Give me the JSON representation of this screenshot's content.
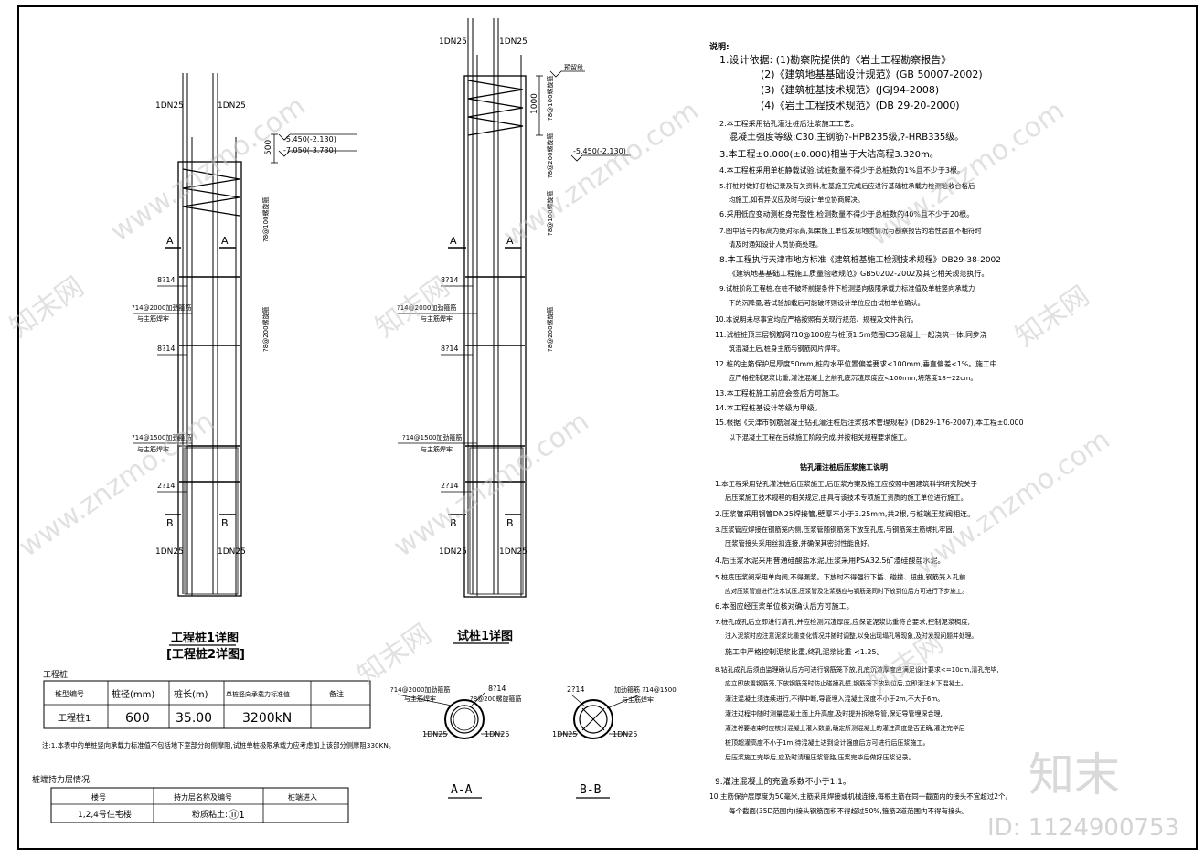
{
  "pile1": {
    "pipe_left": "1DN25",
    "pipe_right": "1DN25",
    "dim_500": "500",
    "elev1": "-5.450(-2.130)",
    "elev2": "-7.050(-3.730)",
    "stirrup_top": "?8@100螺旋箍",
    "stirrup_mid": "?8@200螺旋箍",
    "sec_a": "A",
    "sec_b": "B",
    "bar_814a": "8?14",
    "bar_814b": "8?14",
    "ring1_a": "?14@2000加劲箍筋",
    "ring1_b": "与主筋焊牢",
    "ring2_a": "?14@1500加劲箍筋",
    "ring2_b": "与主筋焊牢",
    "bar_214": "2?14",
    "title1": "工程桩1详图",
    "title2": "[工程桩2详图]"
  },
  "pile2": {
    "pipe_left": "1DN25",
    "pipe_right": "1DN25",
    "dim_1000": "1000",
    "label_top": "预留段",
    "stirrup_top": "?8@100螺旋箍",
    "stirrup_a": "?8@200螺旋箍",
    "stirrup_b": "?8@100螺旋箍",
    "stirrup_mid": "?8@200螺旋箍",
    "elev1": "-5.450(-2.130)",
    "sec_a": "A",
    "sec_b": "B",
    "bar_814a": "8?14",
    "bar_814b": "8?14",
    "ring1_a": "?14@2000加劲箍筋",
    "ring1_b": "与主筋焊牢",
    "ring2_a": "?14@1500加劲箍筋",
    "ring2_b": "与主筋焊牢",
    "bar_214": "2?14",
    "title": "试桩1详图"
  },
  "table1": {
    "label": "工程桩:",
    "headers": [
      "桩型编号",
      "桩径(mm)",
      "桩长(m)",
      "单桩竖向承载力标准值",
      "备注"
    ],
    "row": [
      "工程桩1",
      "600",
      "35.00",
      "3200kN",
      ""
    ],
    "note": "注:1.本表中的单桩竖向承载力标准值不包括地下室部分的侧摩阻,试桩单桩极限承载力应考虑加上该部分侧摩阻330KN。"
  },
  "table2": {
    "label": "桩端持力层情况:",
    "headers": [
      "楼号",
      "持力层名称及编号",
      "桩端进入"
    ],
    "row": [
      "1,2,4号住宅楼",
      "粉质粘土:",
      "⑪1"
    ]
  },
  "sections": {
    "aa": {
      "ring": "?14@2000加劲箍筋",
      "ring2": "与主筋焊牢",
      "bar": "8?14",
      "spiral": "?8@200螺旋箍筋",
      "pipe_l": "1DN25",
      "pipe_r": "1DN25",
      "title": "A-A"
    },
    "bb": {
      "bar": "2?14",
      "ring": "加劲箍筋 ?14@1500",
      "ring2": "与主筋焊牢",
      "pipe_l": "1DN25",
      "pipe_r": "1DN25",
      "title": "B-B"
    }
  },
  "notes": {
    "heading": "说明:",
    "l1": "1.设计依据: (1)勘察院提供的《岩土工程勘察报告》",
    "l1b": "(2)《建筑地基基础设计规范》(GB 50007-2002)",
    "l1c": "(3)《建筑桩基技术规范》(JGJ94-2008)",
    "l1d": "(4)《岩土工程技术规范》(DB 29-20-2000)",
    "l2": "2.本工程采用钻孔灌注桩后注浆施工工艺。",
    "l2b": "混凝土强度等级:C30,主钢筋?-HPB235级,?-HRB335级。",
    "l3": "3.本工程±0.000(±0.000)相当于大沽高程3.320m。",
    "l4": "4.本工程桩采用单桩静载试验,试桩数量不得少于总桩数的1%且不少于3根。",
    "l5": "5.打桩时做好打桩记录及有关资料,桩基施工完成后应进行基础桩承载力检测验收合格后",
    "l5b": "均施工,如有异议应及时与设计单位协商解决。",
    "l6": "6.采用低应变动测桩身完整性,检测数量不得少于总桩数的40%且不少于20根。",
    "l7": "7.图中括号内标高为绝对标高,如果施工单位发现地质情况与勘察报告的岩性层面不相符时",
    "l7b": "请及时通知设计人员协商处理。",
    "l8": "8.本工程执行天津市地方标准《建筑桩基施工检测技术规程》DB29-38-2002",
    "l8b": "《建筑地基基础工程施工质量验收规范》GB50202-2002及其它相关规范执行。",
    "l9": "9.试桩阶段工程桩,在桩不破坏前提条件下检测竖向极限承载力标准值及单桩竖向承载力",
    "l9b": "下的沉降量,若试验加载后可能破坏则设计单位应由试桩单位确认。",
    "l10": "10.本说明未尽事宜均应严格按照有关现行规范、规程及文件执行。",
    "l11": "11.试桩桩顶三层钢筋网?10@100应与桩顶1.5m范围C35混凝土一起浇筑一体,同步浇",
    "l11b": "筑混凝土后,桩身主筋与钢筋网片焊牢。",
    "l12": "12.桩的主筋保护层厚度50mm,桩的水平位置偏差要求<100mm,垂直偏差<1%。施工中",
    "l12b": "应严格控制泥浆比重,灌注混凝土之前孔底沉渣厚度应<100mm,坍落度18~22cm。",
    "l13": "13.本工程桩施工前应会签后方可施工。",
    "l14": "14.本工程桩基设计等级为甲级。",
    "l15": "15.根据《天津市钢筋混凝土钻孔灌注桩后注浆技术管理规程》(DB29-176-2007),本工程±0.000",
    "l15b": "以下混凝土工程在后续施工阶段完成,并按相关规程要求施工。",
    "sub_heading": "钻孔灌注桩后压浆施工说明",
    "s1": "1.本工程采用钻孔灌注桩后压浆施工,后压浆方案及施工应按照中国建筑科学研究院关于",
    "s1b": "后压浆施工技术规程的相关规定,由具有该技术专项施工资质的施工单位进行施工。",
    "s2": "2.压浆管采用钢管DN25焊接管,壁厚不小于3.25mm,共2根,与桩端压浆阀相连。",
    "s3": "3.压浆管应焊接在钢筋笼内侧,压浆管随钢筋笼下放至孔底,与钢筋笼主筋绑扎牢固,",
    "s3b": "压浆管接头采用丝扣连接,并确保其密封性能良好。",
    "s4": "4.后压浆水泥采用普通硅酸盐水泥,压浆采用PSA32.5矿渣硅酸盐水泥。",
    "s5": "5.桩底压浆阀采用单向阀,不得漏浆。下放时不得强行下插、碰撞、扭曲,钢筋笼入孔前",
    "s5b": "应对压浆管道进行注水试压,压浆管及注浆器应与钢筋笼同时下放到位后方可进行下步施工。",
    "s6": "6.本图应经压浆单位核对确认后方可施工。",
    "s7": "7.桩孔成孔后立即进行清孔,并应检测沉渣厚度,应保证泥浆比重符合要求,控制泥浆稠度,",
    "s7b": "注入泥浆时应注意泥浆比重变化情况并随时调整,以免出现塌孔等现象,及时发现问题并处理。",
    "s7c": "施工中严格控制泥浆比重,终孔泥浆比重  <1.25。",
    "s8": "8.钻孔成孔后须由监理确认后方可进行钢筋笼下放,孔底沉渣厚度应满足设计要求<=10cm,清孔完毕,",
    "s8b": "应立即放置钢筋笼,下放钢筋笼时防止碰撞孔壁,钢筋笼下放到位后,立即灌注水下混凝土。",
    "s8c": "灌注混凝土须连续进行,不得中断,导管埋入混凝土深度不小于2m,不大于6m。",
    "s8d": "灌注过程中随时测量混凝土面上升高度,及时提升拆除导管,保证导管埋深合理,",
    "s8e": "灌注将要结束时应核对混凝土灌入数量,确定所测混凝土的灌注高度是否正确,灌注完毕后",
    "s8f": "桩顶超灌高度不小于1m,待混凝土达到设计强度后方可进行后压浆施工。",
    "s8g": "后压浆施工完毕后,应及时清理压浆管路,压浆完毕后做好压浆记录。",
    "s9": "9.灌注混凝土的充盈系数不小于1.1。",
    "s10": "10.主筋保护层厚度为50毫米,主筋采用焊接或机械连接,每根主筋在同一截面内的接头不宜超过2个。",
    "s10b": "每个截面(35D范围内)接头钢筋面积不得超过50%,箍筋2道范围内不得有接头。"
  },
  "watermark": {
    "brand": "知末网",
    "url": "www.znzmo.com",
    "logo": "知末",
    "id": "ID: 1124900753"
  }
}
